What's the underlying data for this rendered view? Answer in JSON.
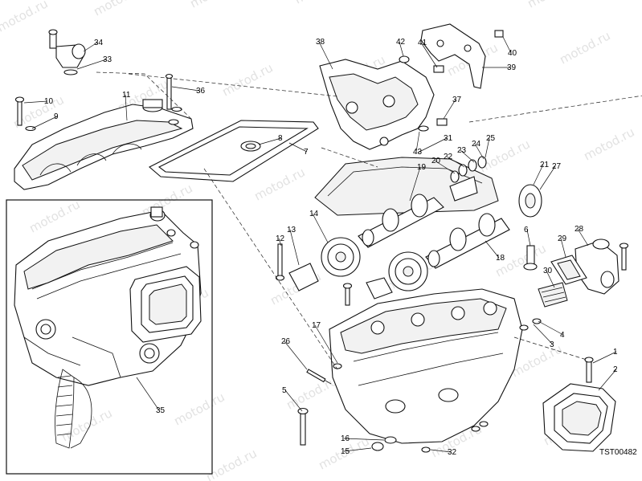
{
  "diagram": {
    "drawing_code": "TST00482",
    "watermark_text": "motod.ru",
    "callouts": [
      "1",
      "2",
      "3",
      "4",
      "5",
      "6",
      "7",
      "8",
      "9",
      "10",
      "11",
      "12",
      "13",
      "14",
      "15",
      "16",
      "17",
      "18",
      "19",
      "20",
      "21",
      "22",
      "23",
      "24",
      "25",
      "26",
      "27",
      "28",
      "29",
      "30",
      "31",
      "32",
      "33",
      "34",
      "35",
      "36",
      "37",
      "38",
      "39",
      "40",
      "41",
      "42",
      "43"
    ],
    "colors": {
      "line": "#111111",
      "background": "#ffffff",
      "watermark": "#e2e2e2"
    }
  }
}
